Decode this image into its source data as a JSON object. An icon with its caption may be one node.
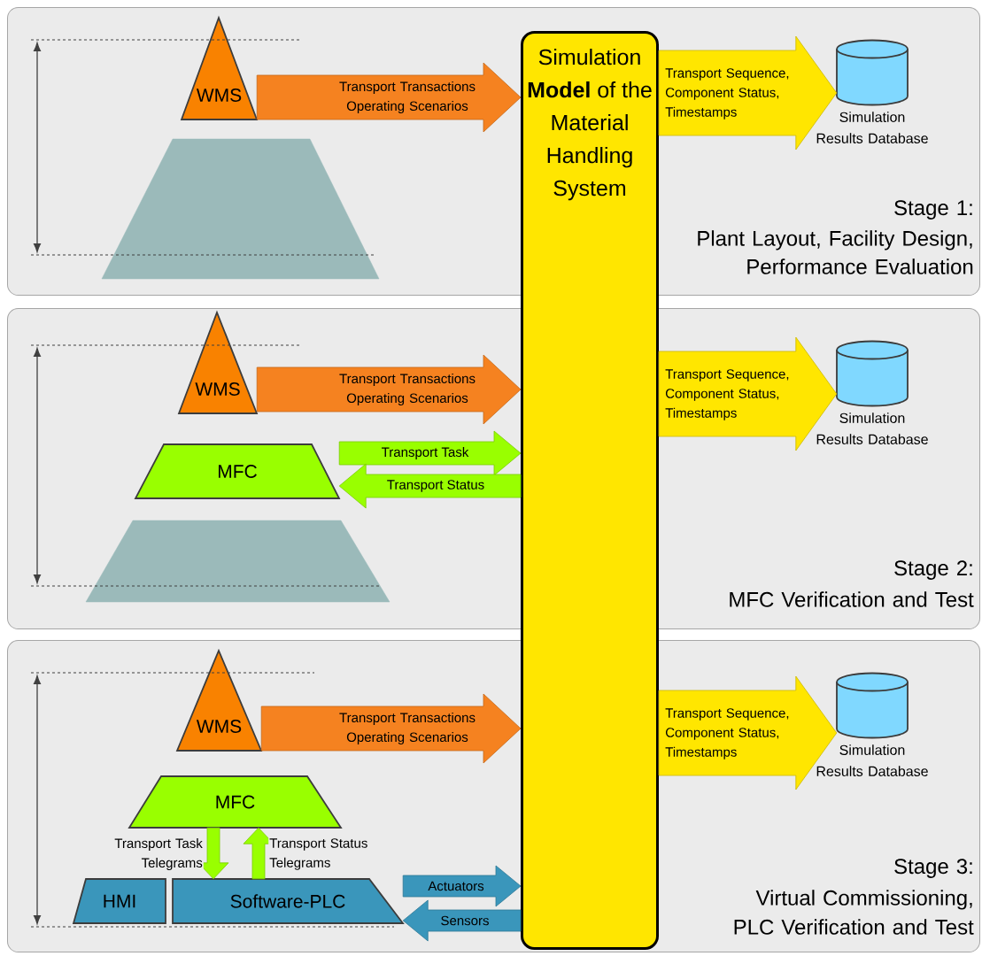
{
  "diagram": {
    "nodes": [
      {
        "text": [
          "Stage 1:",
          "Plant Layout, Facility Design, Performance Evaluation"
        ]
      },
      {
        "text": [
          "WMS"
        ],
        "in": 0
      },
      {
        "text": [],
        "shape": "trapezoid",
        "in": 0
      },
      {
        "text": [
          "Simulation **Model** of the Material Handling System"
        ]
      },
      {
        "text": [],
        "shape": "cylinder",
        "in": 0,
        "beside": [
          "Simulation Results Database"
        ]
      },
      {
        "text": [
          "Stage 2:",
          "MFC Verification and Test"
        ]
      },
      {
        "text": [
          "WMS"
        ],
        "in": 5
      },
      {
        "text": [
          "MFC"
        ],
        "in": 5
      },
      {
        "text": [],
        "shape": "trapezoid",
        "in": 5
      },
      {
        "text": [],
        "shape": "cylinder",
        "in": 5,
        "beside": [
          "Simulation Results Database"
        ]
      },
      {
        "text": [
          "Stage 3:",
          "Virtual Commissioning,",
          "PLC Verification and Test"
        ]
      },
      {
        "text": [
          "WMS"
        ],
        "in": 10
      },
      {
        "text": [
          "MFC"
        ],
        "in": 10
      },
      {
        "text": [
          "HMI"
        ],
        "in": 10
      },
      {
        "text": [
          "Software-PLC"
        ],
        "in": 10
      },
      {
        "text": [],
        "shape": "cylinder",
        "in": 10,
        "beside": [
          "Simulation Results Database"
        ]
      }
    ],
    "edges": [
      {
        "from": 1,
        "to": 3,
        "arrow": "to",
        "label": "Transport Transactions Operating Scenarios",
        "style": "thick",
        "color": "#f58220"
      },
      {
        "from": 3,
        "to": 4,
        "arrow": "to",
        "label": "Transport Sequence, Component Status, Timestamps",
        "style": "thick",
        "color": "#ffe600"
      },
      {
        "from": 6,
        "to": 3,
        "arrow": "to",
        "label": "Transport Transactions Operating Scenarios",
        "style": "thick",
        "color": "#f58220"
      },
      {
        "from": 7,
        "to": 3,
        "arrow": "to",
        "label": "Transport Task",
        "color": "#99ff00"
      },
      {
        "from": 3,
        "to": 7,
        "arrow": "to",
        "label": "Transport Status",
        "color": "#99ff00"
      },
      {
        "from": 3,
        "to": 9,
        "arrow": "to",
        "label": "Transport Sequence, Component Status, Timestamps",
        "style": "thick",
        "color": "#ffe600"
      },
      {
        "from": 11,
        "to": 3,
        "arrow": "to",
        "label": "Transport Transactions Operating Scenarios",
        "style": "thick",
        "color": "#f58220"
      },
      {
        "from": 12,
        "to": 14,
        "arrow": "to",
        "label": "Transport Task Telegrams",
        "color": "#99ff00"
      },
      {
        "from": 14,
        "to": 12,
        "arrow": "to",
        "label": "Transport Status Telegrams",
        "color": "#99ff00"
      },
      {
        "from": 14,
        "to": 3,
        "arrow": "to",
        "label": "Actuators",
        "color": "#3a96bb"
      },
      {
        "from": 3,
        "to": 14,
        "arrow": "to",
        "label": "Sensors",
        "color": "#3a96bb"
      },
      {
        "from": 3,
        "to": 15,
        "arrow": "to",
        "label": "Transport Sequence, Component Status, Timestamps",
        "style": "thick",
        "color": "#ffe600"
      }
    ]
  }
}
